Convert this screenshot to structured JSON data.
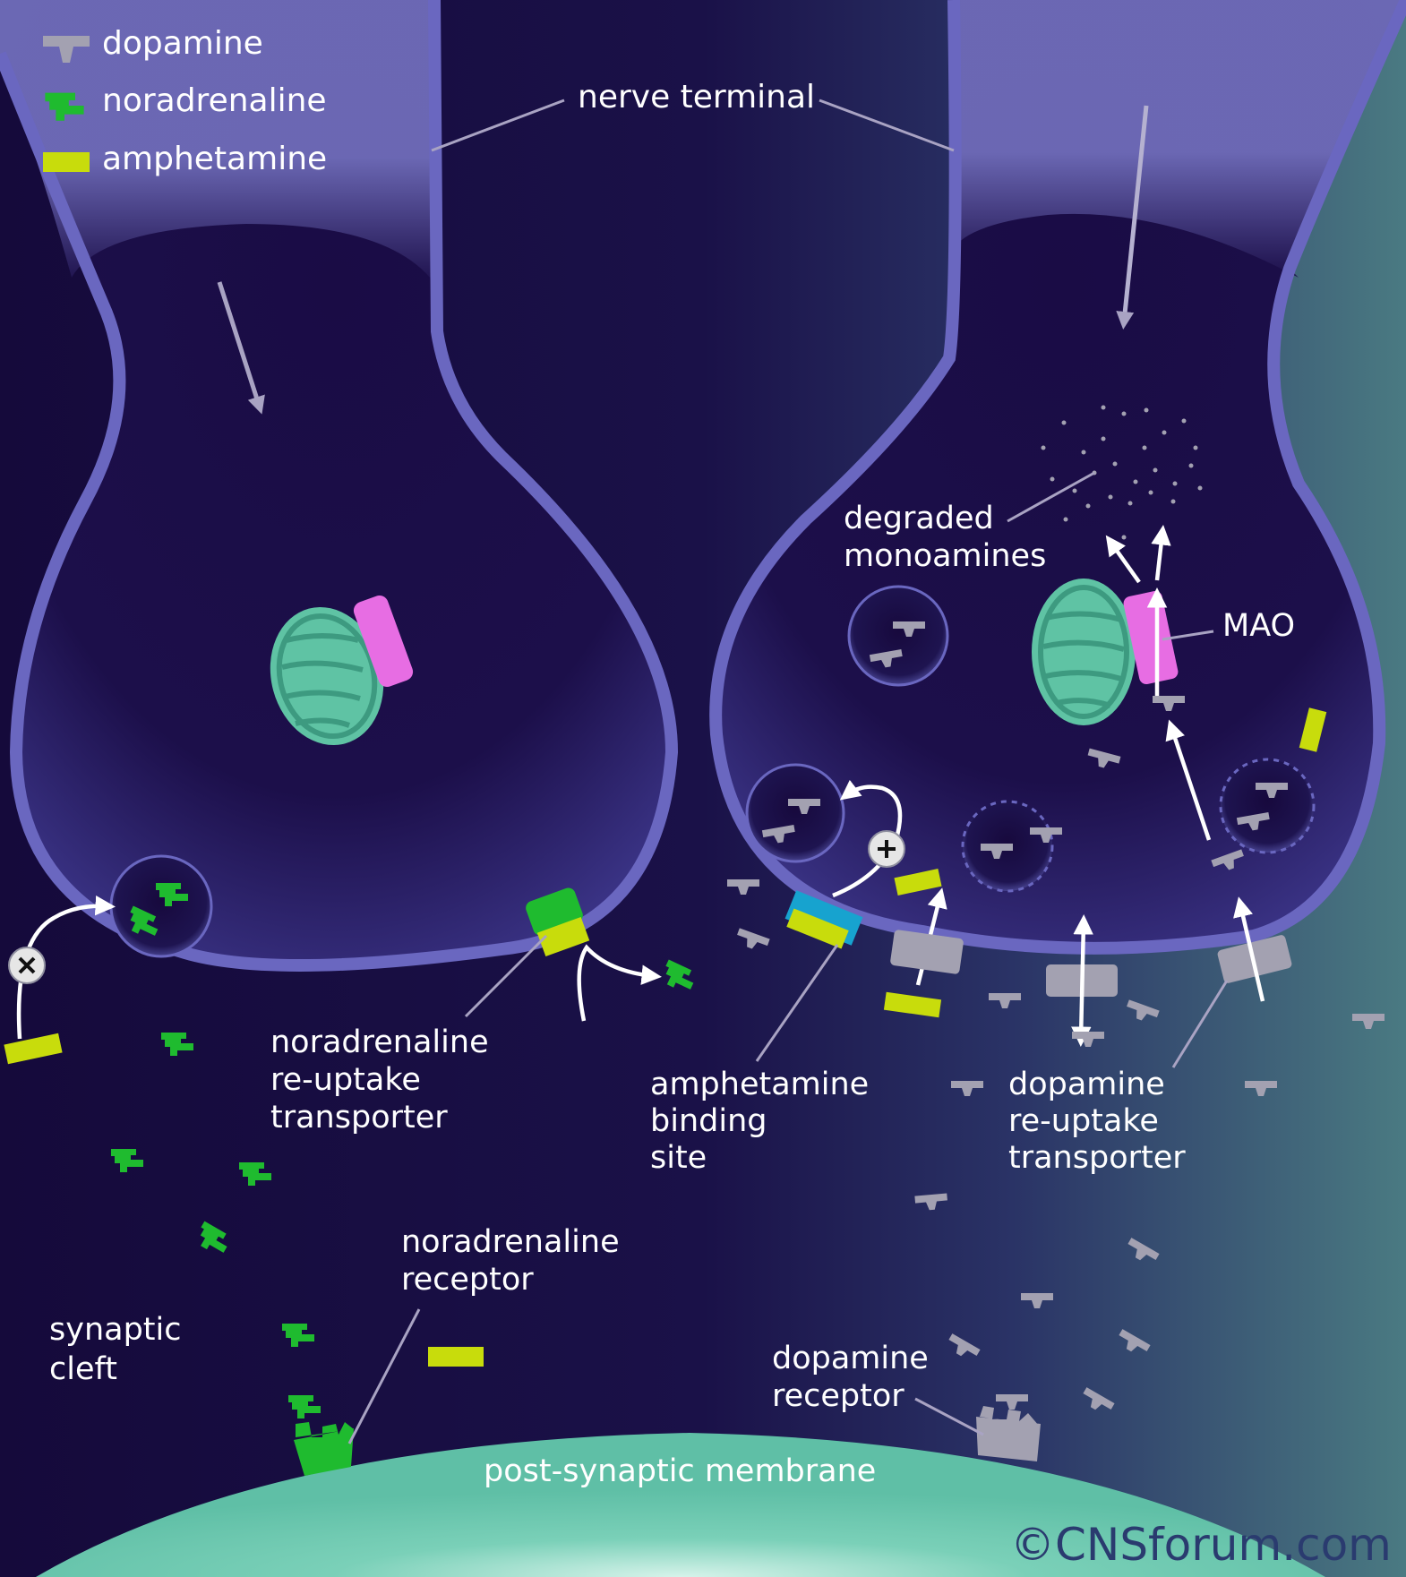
{
  "legend": {
    "dopamine": "dopamine",
    "noradrenaline": "noradrenaline",
    "amphetamine": "amphetamine"
  },
  "labels": {
    "nerve_terminal": "nerve terminal",
    "degraded_1": "degraded",
    "degraded_2": "monoamines",
    "mao": "MAO",
    "ne_transporter_1": "noradrenaline",
    "ne_transporter_2": "re-uptake",
    "ne_transporter_3": "transporter",
    "amph_site_1": "amphetamine",
    "amph_site_2": "binding",
    "amph_site_3": "site",
    "da_transporter_1": "dopamine",
    "da_transporter_2": "re-uptake",
    "da_transporter_3": "transporter",
    "ne_receptor_1": "noradrenaline",
    "ne_receptor_2": "receptor",
    "cleft_1": "synaptic",
    "cleft_2": "cleft",
    "da_receptor_1": "dopamine",
    "da_receptor_2": "receptor",
    "membrane": "post-synaptic membrane",
    "copyright": "©CNSforum.com"
  },
  "colors": {
    "background_dark": "#140a3a",
    "background_teal": "#4a7a82",
    "terminal_stalk": "#6f6cb9",
    "terminal_outline": "#6a67c0",
    "mitochondrion": "#5fc3a4",
    "mao": "#e76de3",
    "noradrenaline": "#1fbb2f",
    "amphetamine": "#c8dc0c",
    "dopamine": "#a3a1b1",
    "amph_binding_site": "#17a3cf",
    "membrane": "#62c3aa",
    "copyright": "#2a3b6f"
  }
}
